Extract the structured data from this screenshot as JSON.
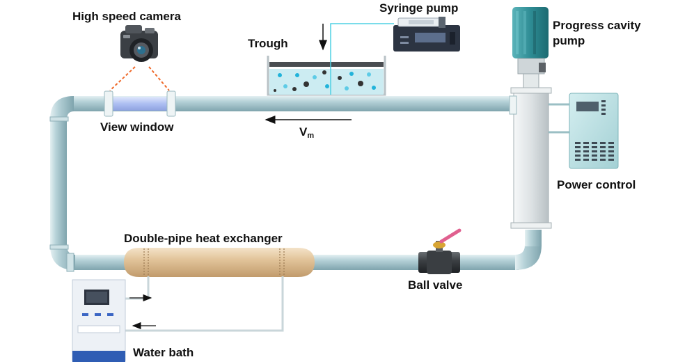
{
  "labels": {
    "camera": "High speed camera",
    "syringe_pump": "Syringe pump",
    "trough": "Trough",
    "pcp_line1": "Progress cavity",
    "pcp_line2": "pump",
    "view_window": "View window",
    "velocity_main": "V",
    "velocity_sub": "m",
    "power_control": "Power control",
    "heat_exchanger": "Double-pipe heat exchanger",
    "ball_valve": "Ball valve",
    "water_bath": "Water bath"
  },
  "colors": {
    "pipe": "#b3d0d6",
    "pipe_highlight": "#dcecef",
    "pipe_shadow": "#86aab2",
    "heat_exchanger": "#e6c9a0",
    "view_window": "#b6c8f4",
    "motor": "#2e8c94",
    "stator": "#e2e6e8",
    "control_panel": "#b7dde0",
    "water_bath_base": "#2f5db4",
    "dashed_line": "#ef6a2b",
    "valve_handle": "#e0608f"
  }
}
